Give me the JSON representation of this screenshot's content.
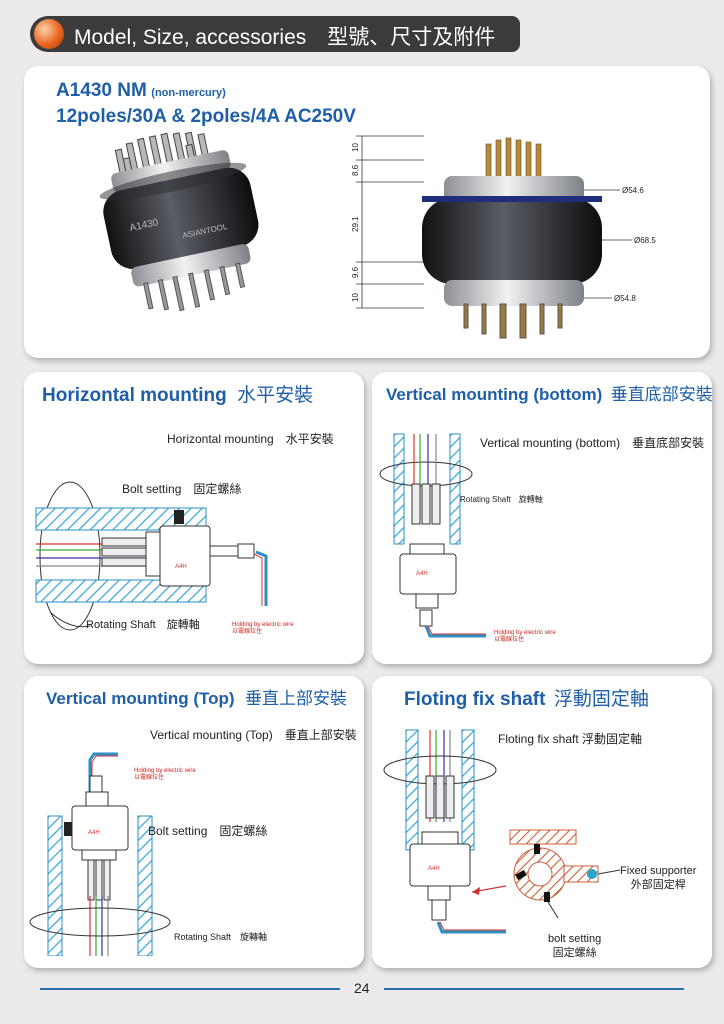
{
  "header": {
    "title": "Model, Size, accessories　型號、尺寸及附件"
  },
  "product": {
    "model": "A1430 NM",
    "model_note": "(non-mercury)",
    "spec": "12poles/30A & 2poles/4A AC250V",
    "dims": {
      "d1": "Ø54.6",
      "d2": "Ø68.5",
      "d3": "Ø54.8",
      "h1": "10",
      "h2": "8.6",
      "h3": "29.1",
      "h4": "9.6",
      "h5": "10"
    },
    "body_text": {
      "a": "A1430",
      "b": "ASIANTOOL"
    }
  },
  "horizontal": {
    "title": "Horizontal mounting",
    "title_cn": "水平安裝",
    "subtitle": "Horizontal mounting　水平安裝",
    "bolt": "Bolt setting　固定螺絲",
    "shaft": "Rotating Shaft　旋轉軸",
    "holding_en": "Holding by electric wire",
    "holding_cn": "以電線拉住"
  },
  "vbottom": {
    "title": "Vertical mounting (bottom)",
    "title_cn": "垂直底部安裝",
    "subtitle": "Vertical mounting (bottom)　垂直底部安裝",
    "shaft": "Rotating Shaft　旋轉軸",
    "holding_en": "Holding by electric wire",
    "holding_cn": "以電線拉住"
  },
  "vtop": {
    "title": "Vertical mounting (Top)",
    "title_cn": "垂直上部安裝",
    "subtitle": "Vertical mounting (Top)　垂直上部安裝",
    "bolt": "Bolt setting　固定螺絲",
    "shaft": "Rotating Shaft　旋轉軸",
    "holding_en": "Holding by electric wire",
    "holding_cn": "以電線拉住"
  },
  "floating": {
    "title": "Floting fix shaft",
    "title_cn": "浮動固定軸",
    "subtitle": "Floting fix shaft 浮動固定軸",
    "fixed_en": "Fixed supporter",
    "fixed_cn": "外部固定桿",
    "bolt_en": "bolt setting",
    "bolt_cn": "固定螺絲"
  },
  "unit_label": "A4H",
  "footer": {
    "page": "24"
  }
}
